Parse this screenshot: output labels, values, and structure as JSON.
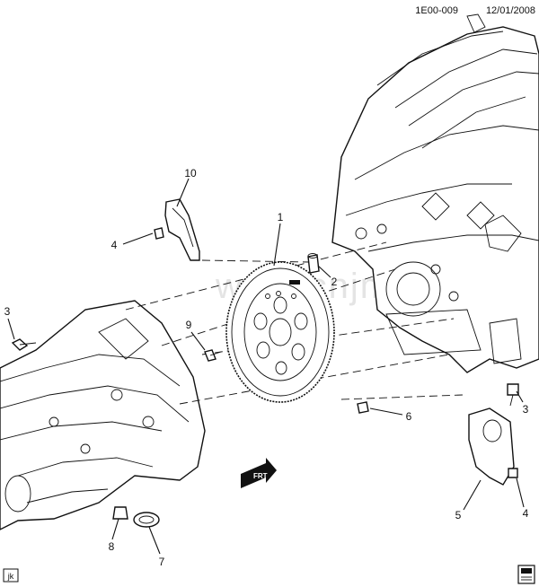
{
  "header": {
    "code": "1E00-009",
    "date": "12/01/2008"
  },
  "watermark": "www.cnjmklacl",
  "callouts": [
    {
      "id": "1",
      "part": "flywheel"
    },
    {
      "id": "2",
      "part": "dowel"
    },
    {
      "id": "3",
      "part": "bolt-left"
    },
    {
      "id": "3",
      "part": "bolt-right"
    },
    {
      "id": "4",
      "part": "bolt-top"
    },
    {
      "id": "4",
      "part": "bolt-bottom-right"
    },
    {
      "id": "5",
      "part": "cover-right"
    },
    {
      "id": "6",
      "part": "bolt-six"
    },
    {
      "id": "7",
      "part": "ring-seal"
    },
    {
      "id": "8",
      "part": "plug"
    },
    {
      "id": "9",
      "part": "bolt-nine"
    },
    {
      "id": "10",
      "part": "shield-cover"
    }
  ],
  "front_label": "FRT",
  "footer": {
    "tag": "jk"
  },
  "colors": {
    "ink": "#111111",
    "paper": "#ffffff"
  }
}
